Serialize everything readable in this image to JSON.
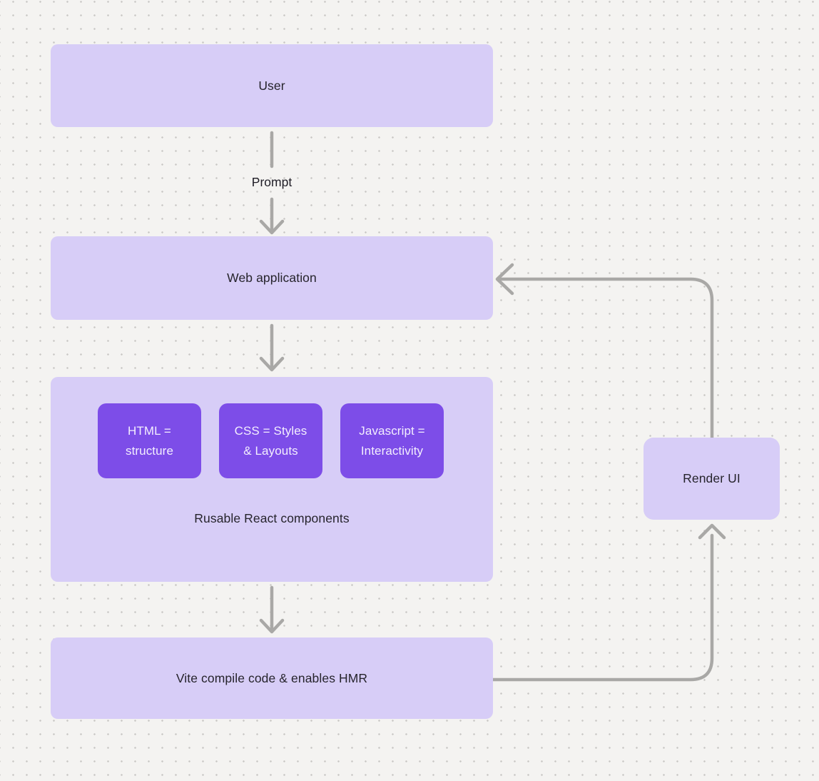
{
  "colors": {
    "bg": "#f4f3f1",
    "dot": "#c9c7c5",
    "node_fill": "#d7cdf7",
    "chip_fill": "#7d4de8",
    "chip_text": "#f3eefe",
    "node_text": "#26242c",
    "arrow": "#a9a8a6"
  },
  "nodes": {
    "user": {
      "label": "User"
    },
    "web_application": {
      "label": "Web application"
    },
    "components_group": {
      "label": "Rusable React components",
      "chips": [
        {
          "line1": "HTML =",
          "line2": "structure"
        },
        {
          "line1": "CSS = Styles",
          "line2": "& Layouts"
        },
        {
          "line1": "Javascript =",
          "line2": "Interactivity"
        }
      ]
    },
    "vite": {
      "label": "Vite compile code & enables HMR"
    },
    "render_ui": {
      "label": "Render UI"
    }
  },
  "edges": {
    "flow": [
      {
        "from": "User",
        "to": "Web application",
        "label": "Prompt"
      },
      {
        "from": "Web application",
        "to": "Rusable React components",
        "label": ""
      },
      {
        "from": "Rusable React components",
        "to": "Vite compile code & enables HMR",
        "label": ""
      },
      {
        "from": "Vite compile code & enables HMR",
        "to": "Render UI",
        "label": ""
      },
      {
        "from": "Render UI",
        "to": "Web application",
        "label": ""
      }
    ]
  }
}
